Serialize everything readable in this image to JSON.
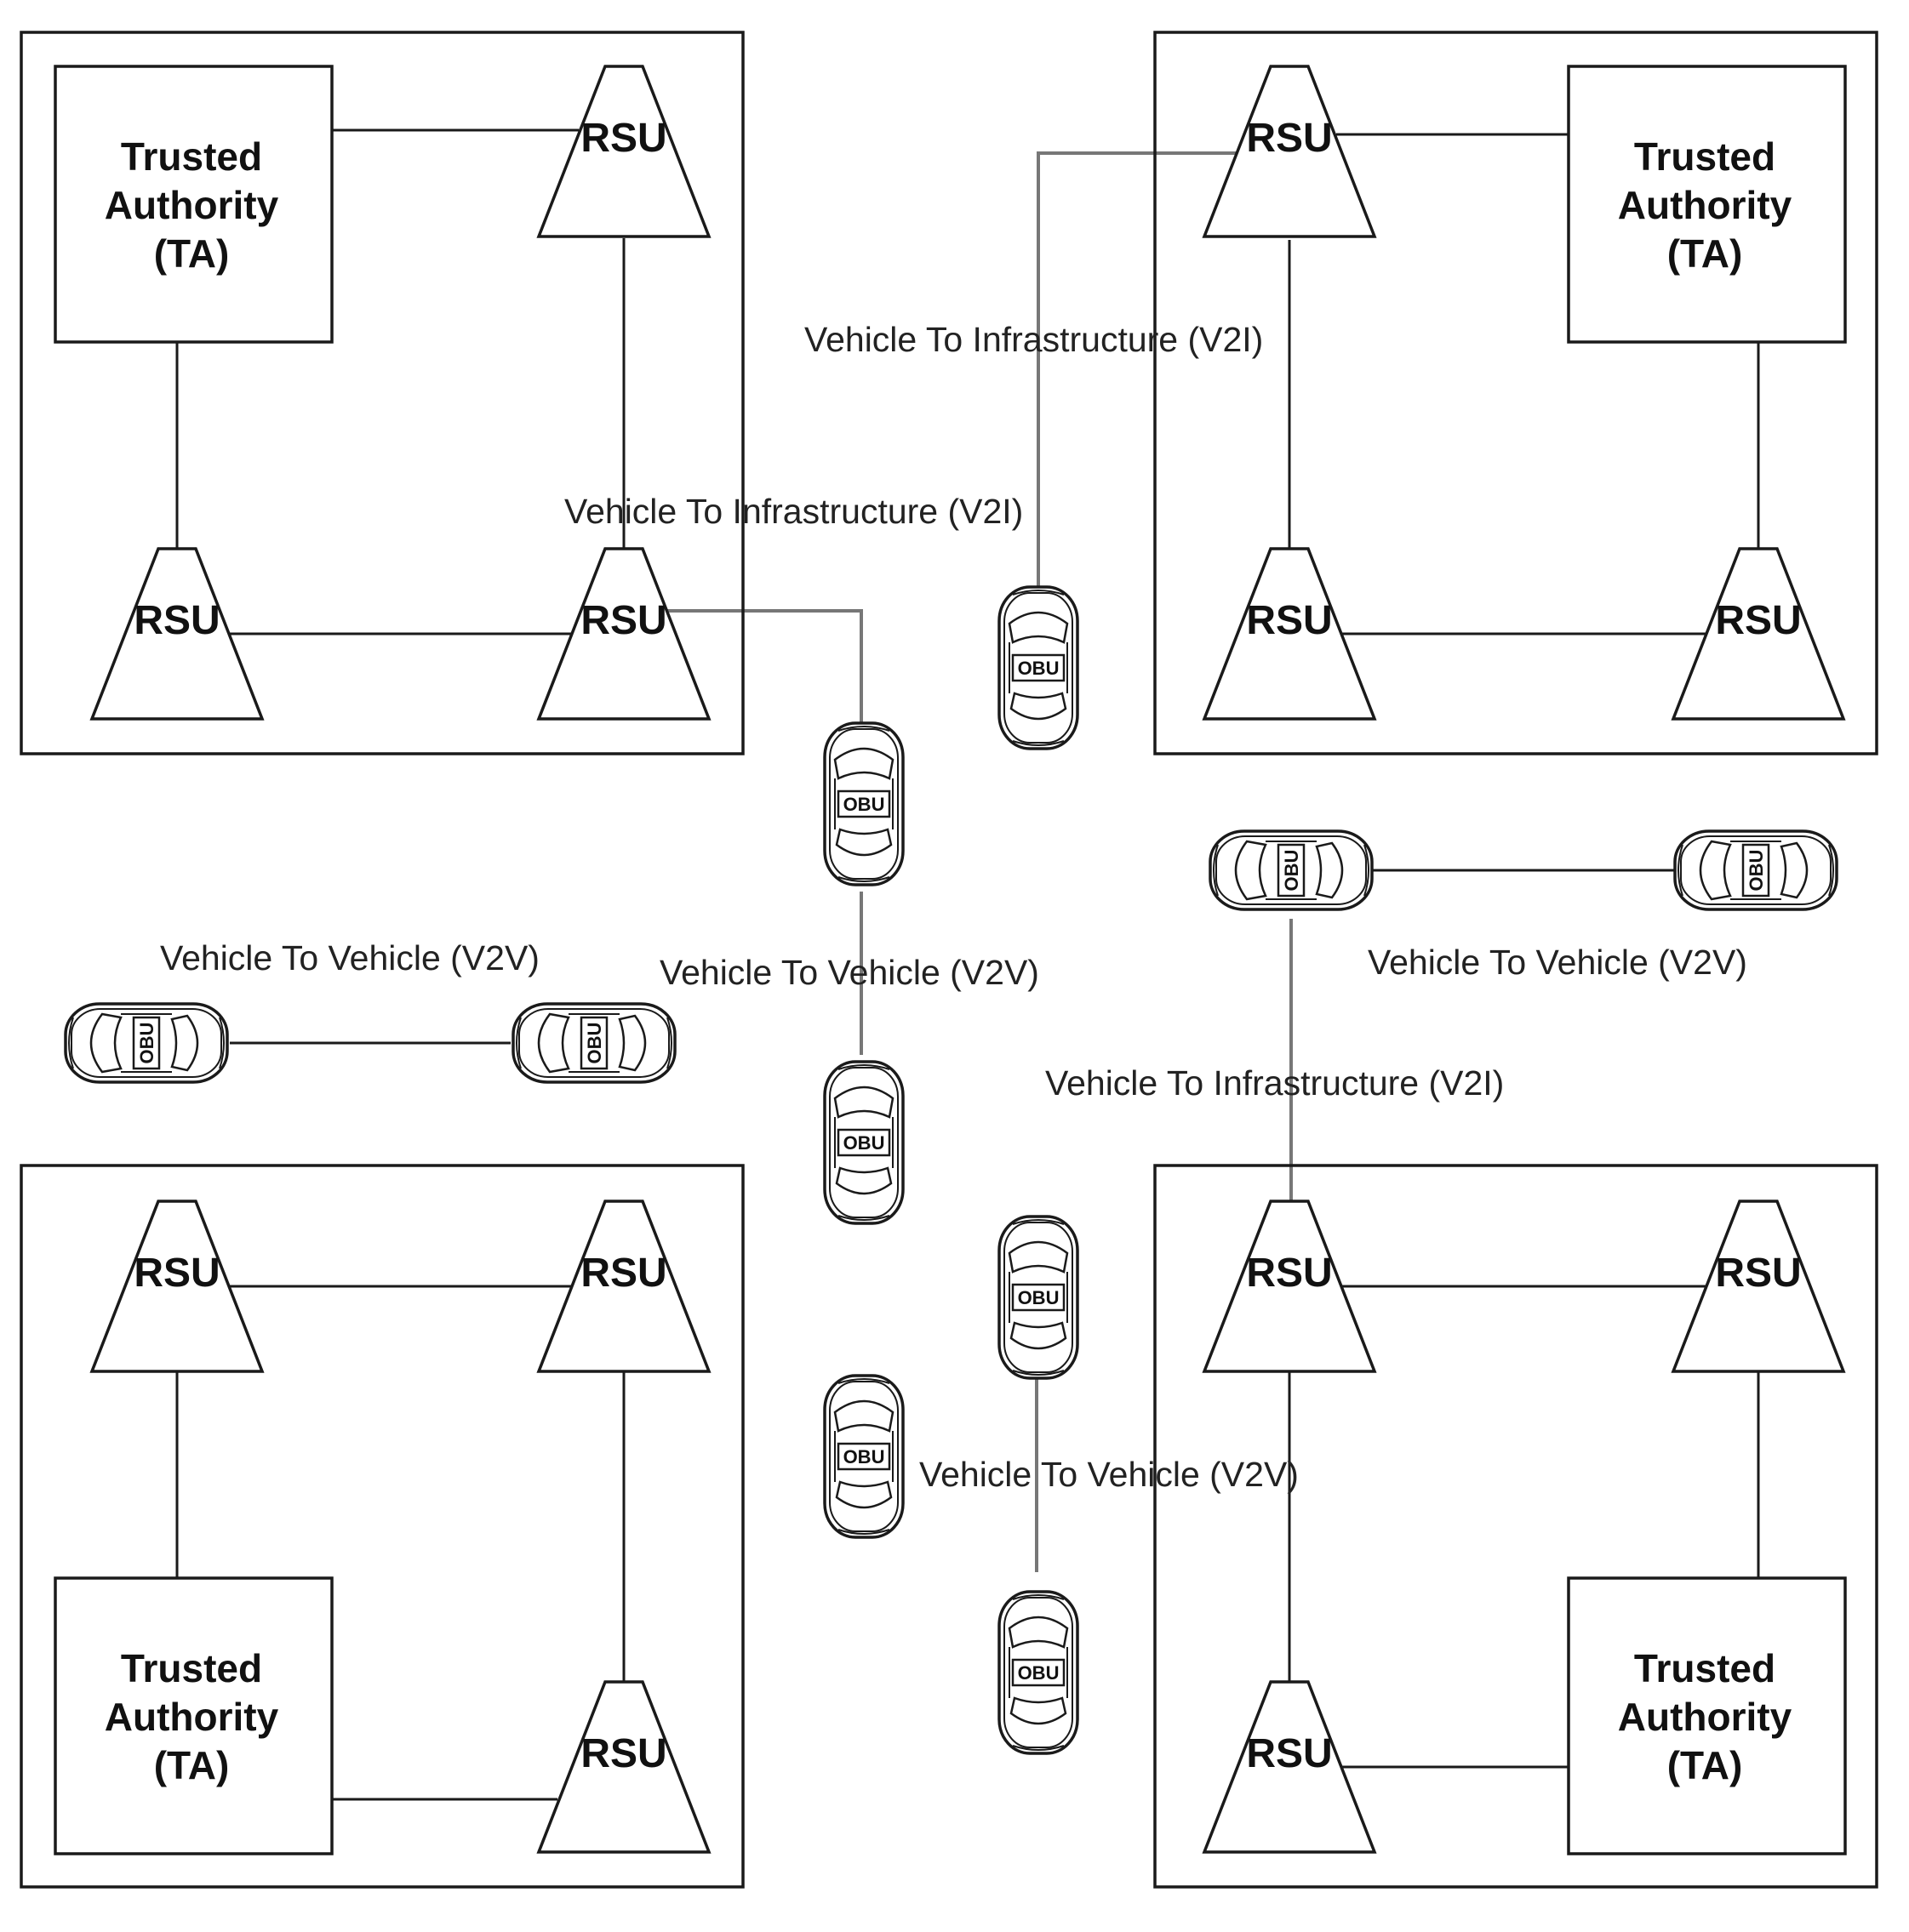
{
  "labels": {
    "ta": [
      "Trusted",
      "Authority",
      "(TA)"
    ],
    "rsu": "RSU",
    "obu": "OBU",
    "v2i": "Vehicle To Infrastructure (V2I)",
    "v2v": "Vehicle To Vehicle (V2V)"
  },
  "colors": {
    "stroke": "#1a1a1a",
    "connector": "#777777",
    "background": "#ffffff"
  }
}
